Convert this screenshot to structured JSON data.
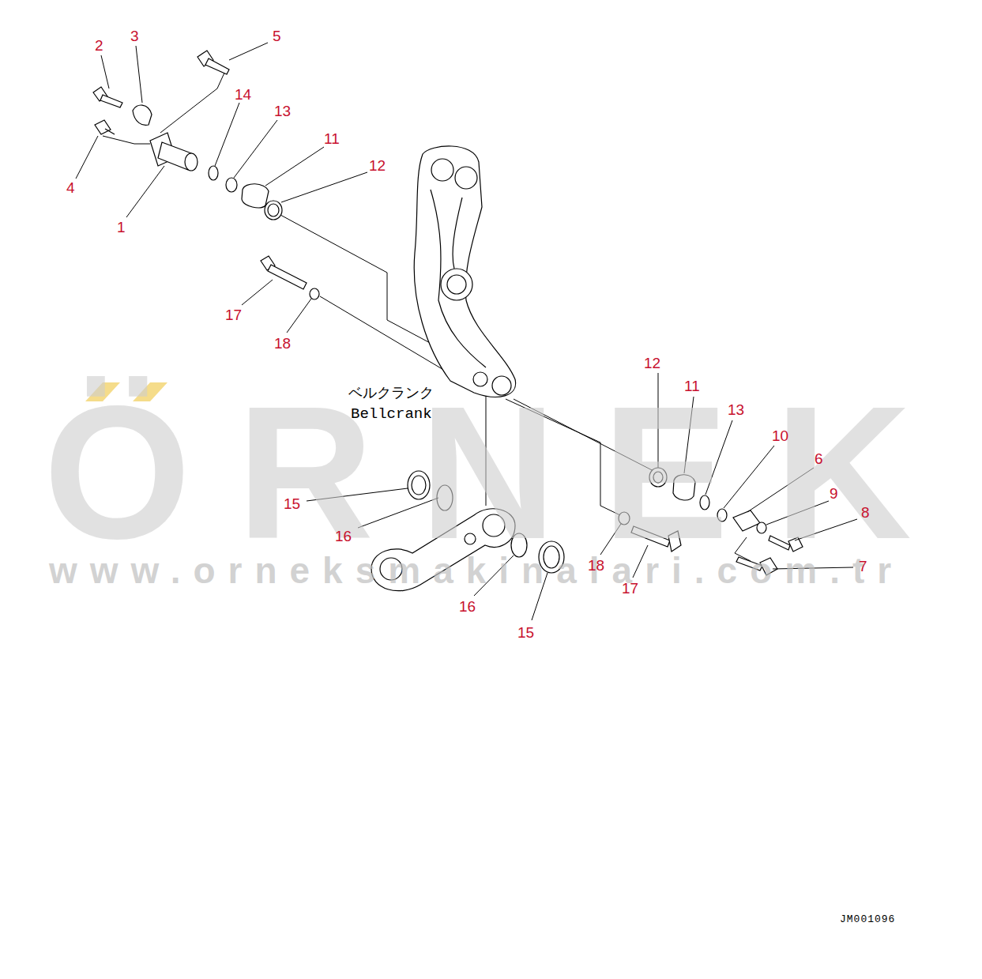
{
  "diagram": {
    "labels": [
      "ÖRNEK",
      "www.orneksmakinalari.com.tr",
      "2",
      "3",
      "5",
      "14",
      "13",
      "11",
      "12",
      "4",
      "1",
      "17",
      "18",
      "ベルクランク",
      "Bellcrank",
      "12",
      "11",
      "13",
      "10",
      "6",
      "9",
      "8",
      "15",
      "16",
      "18",
      "17",
      "7",
      "16",
      "15",
      "JM001096"
    ]
  }
}
